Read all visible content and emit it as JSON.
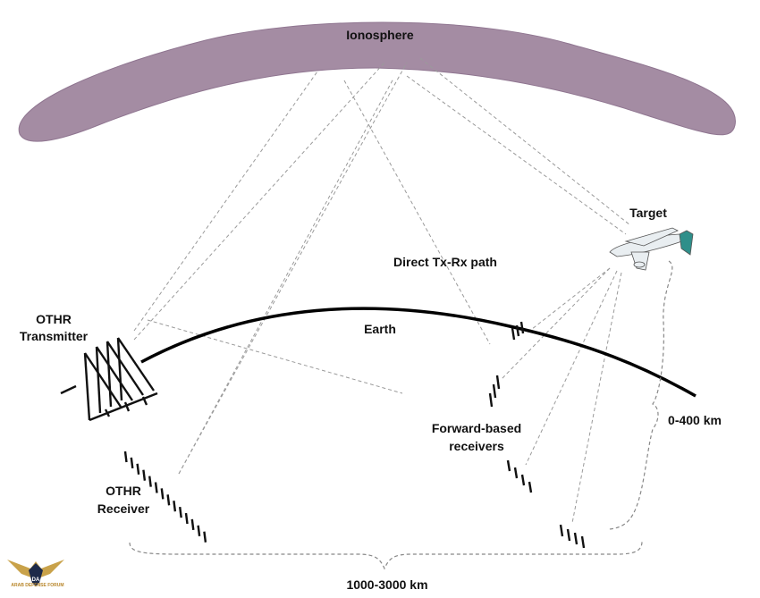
{
  "labels": {
    "ionosphere": "Ionosphere",
    "target": "Target",
    "direct_path": "Direct Tx-Rx path",
    "earth": "Earth",
    "transmitter_line1": "OTHR",
    "transmitter_line2": "Transmitter",
    "receiver_line1": "OTHR",
    "receiver_line2": "Receiver",
    "forward_line1": "Forward-based",
    "forward_line2": "receivers",
    "height_range": "0-400 km",
    "ground_range": "1000-3000 km"
  },
  "watermark": {
    "text": "ARAB DEFENSE FORUM"
  },
  "colors": {
    "ionosphere": "#a48ca3",
    "ionosphere_edge": "#8f7590",
    "earth": "#000000",
    "dashed_path": "#9a9a9a",
    "aircraft_body": "#e9eef1",
    "aircraft_tail": "#2f8f8a"
  }
}
